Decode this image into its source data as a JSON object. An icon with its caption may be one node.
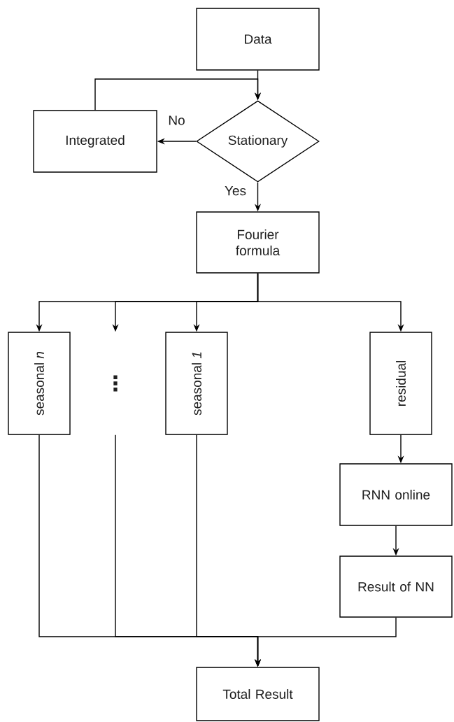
{
  "diagram": {
    "nodes": [
      {
        "text": [
          "Data"
        ]
      },
      {
        "text": [
          "Integrated"
        ]
      },
      {
        "text": [
          "Stationary"
        ]
      },
      {
        "text": [
          "Fourier formula"
        ]
      },
      {
        "text": [
          "seasonal *n*"
        ]
      },
      {
        "text": [
          "⋮"
        ]
      },
      {
        "text": [
          "seasonal *1*"
        ]
      },
      {
        "text": [
          "residual"
        ]
      },
      {
        "text": [
          "RNN online"
        ]
      },
      {
        "text": [
          "Result of NN"
        ]
      },
      {
        "text": [
          "Total Result"
        ]
      }
    ],
    "edges": [
      {
        "from": 0,
        "to": 2,
        "arrow": "to"
      },
      {
        "from": 2,
        "to": 1,
        "arrow": "to",
        "label": "No"
      },
      {
        "from": 1,
        "to": 2,
        "arrow": "to"
      },
      {
        "from": 2,
        "to": 3,
        "arrow": "to",
        "label": "Yes"
      },
      {
        "from": 3,
        "to": 4,
        "arrow": "to"
      },
      {
        "from": 3,
        "to": 5,
        "arrow": "to"
      },
      {
        "from": 3,
        "to": 6,
        "arrow": "to"
      },
      {
        "from": 3,
        "to": 7,
        "arrow": "to"
      },
      {
        "from": 7,
        "to": 8,
        "arrow": "to"
      },
      {
        "from": 8,
        "to": 9,
        "arrow": "to"
      },
      {
        "from": 4,
        "to": 10,
        "arrow": "to"
      },
      {
        "from": 5,
        "to": 10,
        "arrow": "to"
      },
      {
        "from": 6,
        "to": 10,
        "arrow": "to"
      },
      {
        "from": 9,
        "to": 10,
        "arrow": "to"
      }
    ]
  }
}
